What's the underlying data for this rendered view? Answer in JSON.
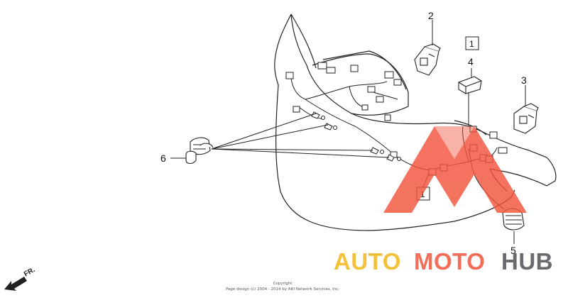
{
  "callouts": {
    "c1_top": "1",
    "c1_bottom": "1",
    "c2": "2",
    "c3": "3",
    "c4": "4",
    "c5": "5",
    "c6": "6"
  },
  "watermark": {
    "part1": "AUTO",
    "part2": "MOTO",
    "part3": "HUB",
    "color_1": "#f3b71b",
    "color_2": "#f2543c",
    "color_3": "#4f5257",
    "logo_color": "#f2543c"
  },
  "copyright": {
    "line1": "Copyright",
    "line2": "Page design (c) 2004 - 2014 by ARI Network Services, Inc."
  },
  "direction_label": "FR."
}
